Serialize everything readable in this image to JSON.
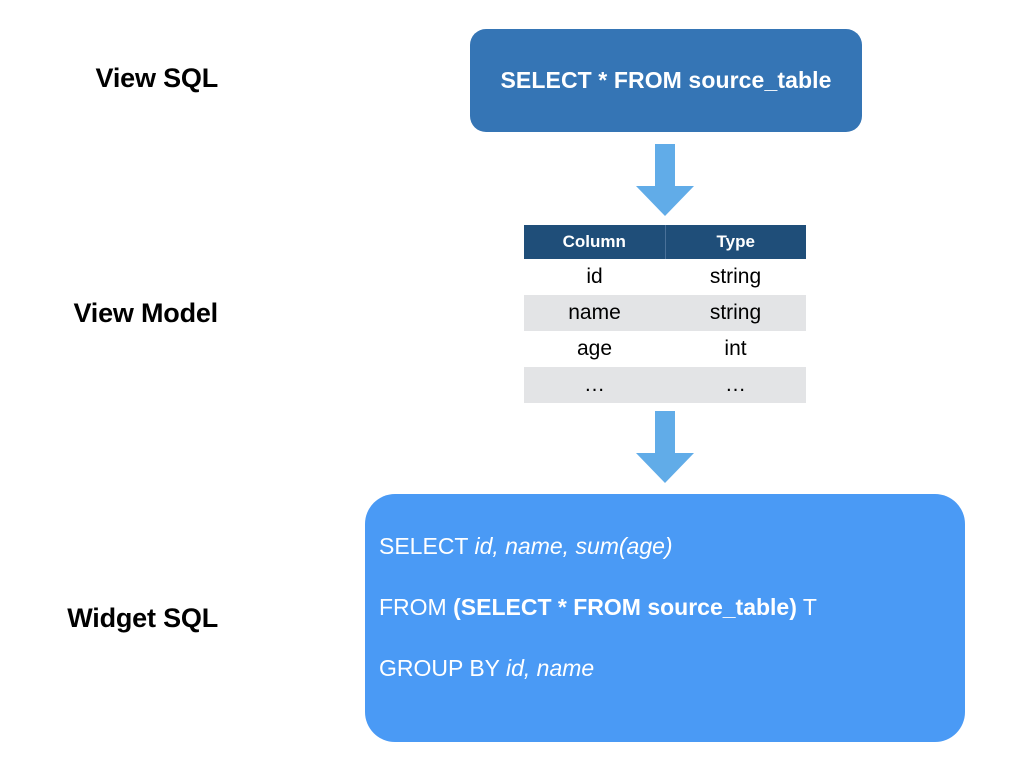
{
  "diagram": {
    "title_labels": {
      "view_sql": "View SQL",
      "view_model": "View Model",
      "widget_sql": "Widget SQL"
    },
    "view_sql_box": {
      "text": "SELECT * FROM source_table",
      "background": "#3575b5",
      "text_color": "#ffffff"
    },
    "arrows": {
      "icon": "arrow-down-icon",
      "color": "#61ace8",
      "count": 2
    },
    "view_model_table": {
      "headers": [
        "Column",
        "Type"
      ],
      "header_background": "#1f4e79",
      "header_text_color": "#ffffff",
      "stripe_color": "#e3e4e6",
      "rows": [
        {
          "column": "id",
          "type": "string",
          "striped": false
        },
        {
          "column": "name",
          "type": "string",
          "striped": true
        },
        {
          "column": "age",
          "type": "int",
          "striped": false
        },
        {
          "column": "…",
          "type": "…",
          "striped": true
        }
      ]
    },
    "widget_sql_box": {
      "background": "#4a9af5",
      "text_color": "#ffffff",
      "lines": [
        {
          "segments": [
            {
              "text": "SELECT ",
              "style": "keyword"
            },
            {
              "text": "id, name, sum(age)",
              "style": "identifier"
            }
          ]
        },
        {
          "segments": [
            {
              "text": "FROM ",
              "style": "keyword"
            },
            {
              "text": "(SELECT * FROM source_table)",
              "style": "subquery"
            },
            {
              "text": " T",
              "style": "keyword"
            }
          ]
        },
        {
          "segments": [
            {
              "text": "GROUP BY ",
              "style": "keyword"
            },
            {
              "text": "id, name",
              "style": "identifier"
            }
          ]
        }
      ]
    }
  }
}
